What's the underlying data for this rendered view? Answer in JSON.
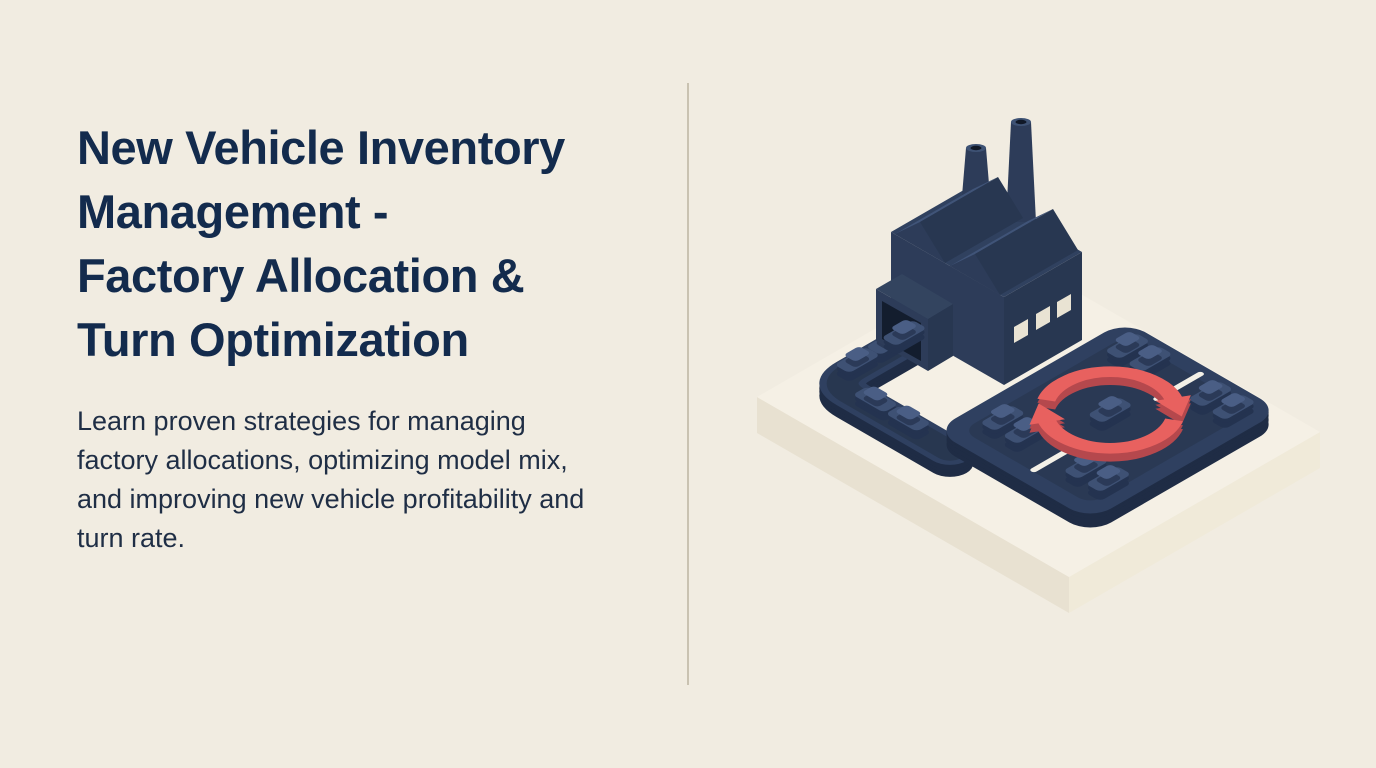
{
  "page": {
    "background_color": "#f1ece1"
  },
  "hero": {
    "title": "New Vehicle Inventory Management - Factory Allocation & Turn Optimization",
    "title_lines": [
      "New Vehicle Inventory",
      "Management -",
      "Factory Allocation &",
      "Turn Optimization"
    ],
    "title_color": "#132b4d",
    "description": "Learn proven strategies for managing factory allocations, optimizing model mix, and improving new vehicle profitability and turn rate.",
    "description_color": "#1f2e45"
  },
  "divider": {
    "color": "#c9c2b1"
  },
  "illustration": {
    "label": "factory-allocation-and-turn-isometric-illustration",
    "icons": [
      "factory-building-icon",
      "smokestack-icon",
      "conveyor-road-icon",
      "car-icon",
      "parking-lot-icon",
      "refresh-cycle-arrows-icon",
      "lane-divider-line"
    ],
    "colors": {
      "navy_top": "#2f4060",
      "navy_face": "#2d3c59",
      "navy_dark_side": "#1f2c45",
      "navy_floor": "#2a3954",
      "roof_light_slope": "#405478",
      "car_top": "#3e5174",
      "accent_red": "#e8615f",
      "accent_red_shadow": "#b5484d",
      "window_cream": "#e9e3d3",
      "base_plinth": "#f5f0e5",
      "white_line": "#f3f0e7"
    }
  }
}
